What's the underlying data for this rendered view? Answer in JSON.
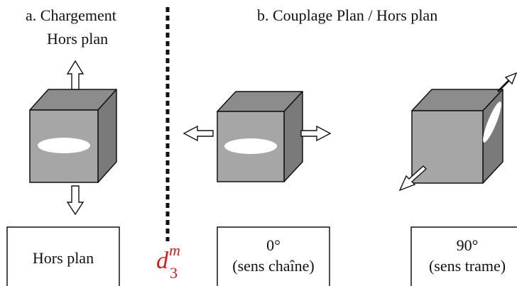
{
  "panel_a": {
    "title_line1": "a.  Chargement",
    "title_line2": "Hors plan",
    "box_label": "Hors plan"
  },
  "panel_b": {
    "title": "b. Couplage Plan / Hors plan",
    "case_0": {
      "line1": "0°",
      "line2": "(sens chaîne)"
    },
    "case_90": {
      "line1": "90°",
      "line2": "(sens trame)"
    }
  },
  "damage": {
    "symbol": "d",
    "superscript": "m",
    "subscript": "3",
    "color": "#e0191e"
  },
  "colors": {
    "cube_front": "#a6a6a6",
    "cube_top": "#8c8c8c",
    "cube_side": "#7a7a7a",
    "ellipse": "#ffffff",
    "stroke": "#111111"
  },
  "icons": [
    "up-arrow-icon",
    "down-arrow-icon",
    "left-arrow-icon",
    "right-arrow-icon",
    "diagonal-arrow-icon"
  ]
}
